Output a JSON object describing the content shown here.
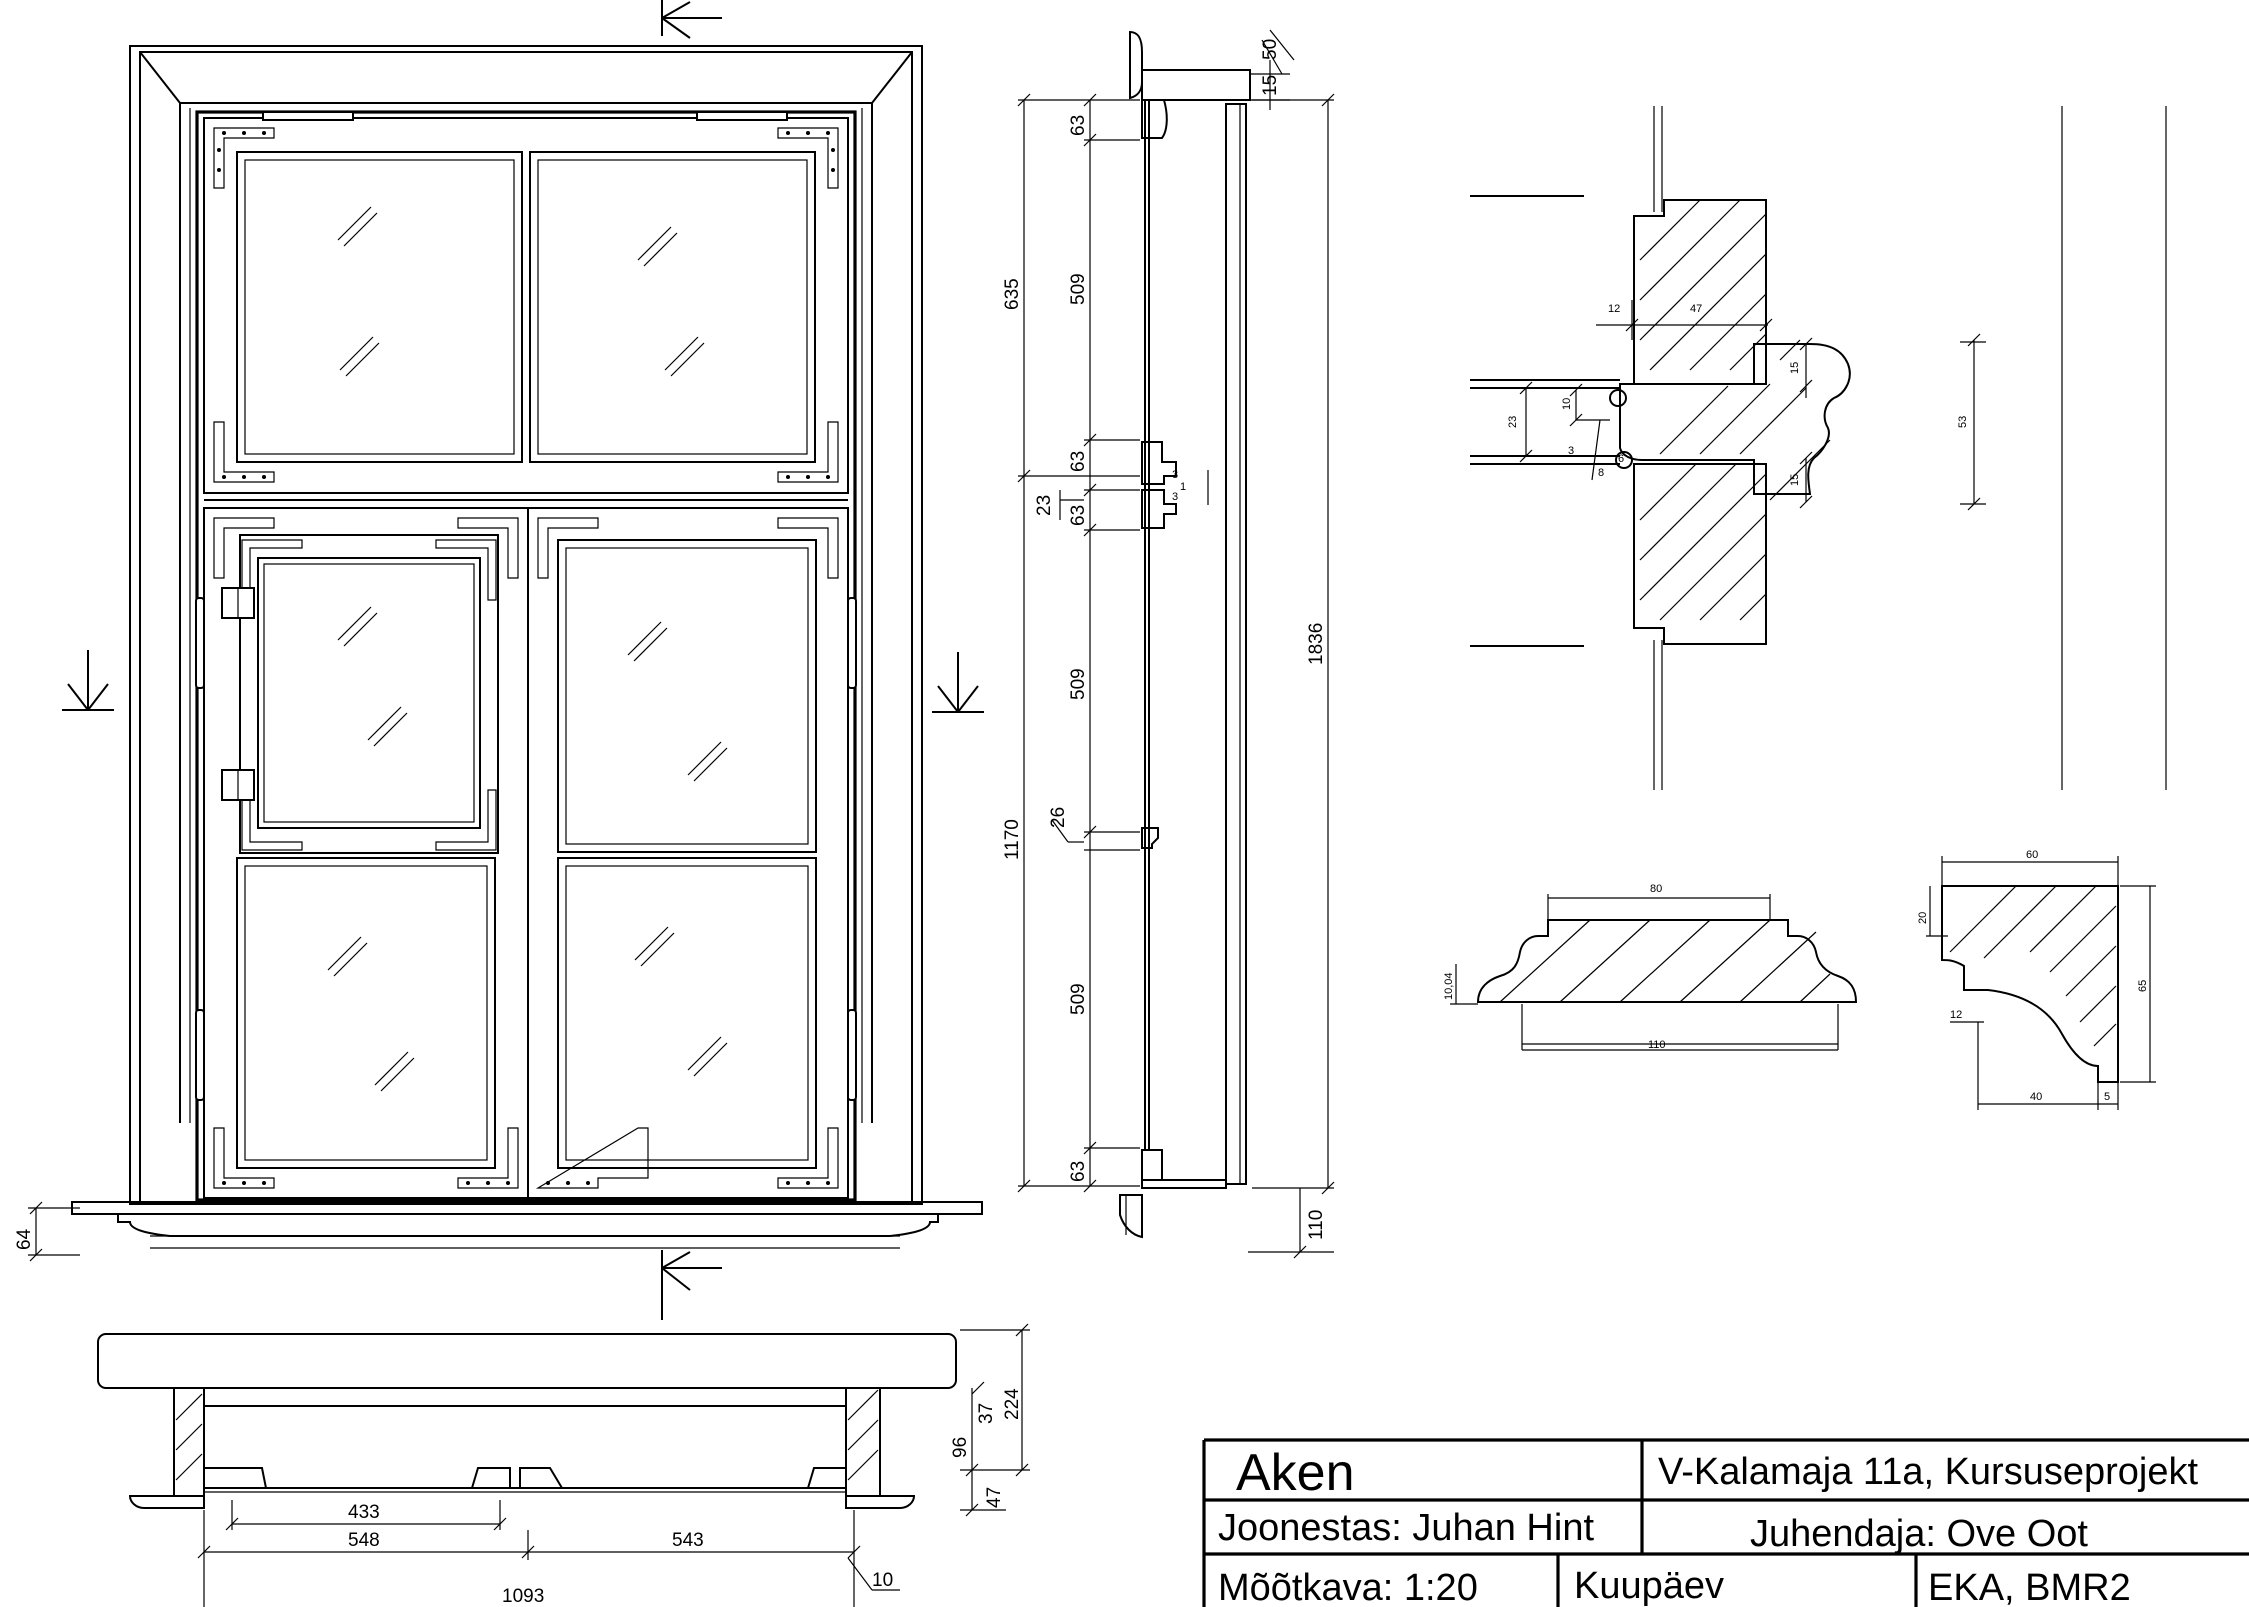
{
  "dimensions": {
    "side_section": {
      "d50": "50",
      "d15": "15",
      "d63_top": "63",
      "d635": "635",
      "d509_top": "509",
      "d63_mid1": "63",
      "d23": "23",
      "d63_mid2": "63",
      "d509_mid": "509",
      "d26": "26",
      "d1170": "1170",
      "d509_bot": "509",
      "d63_bot": "63",
      "d1836": "1836",
      "d110": "110",
      "d3a": "3",
      "d3b": "3",
      "d1": "1"
    },
    "front": {
      "d64": "64"
    },
    "plan": {
      "d37": "37",
      "d96": "96",
      "d224": "224",
      "d47": "47",
      "d433": "433",
      "d548": "548",
      "d543": "543",
      "d1093": "1093",
      "d10": "10"
    },
    "detail": {
      "d12": "12",
      "d47": "47",
      "d15a": "15",
      "d15b": "15",
      "d10": "10",
      "d23": "23",
      "d3": "3",
      "d6": "6",
      "d8": "8",
      "d53": "53"
    },
    "sill_profile": {
      "d80": "80",
      "d110": "110",
      "d1004": "10,04"
    },
    "cornice_profile": {
      "d60": "60",
      "d20": "20",
      "d12": "12",
      "d65": "65",
      "d40": "40",
      "d5": "5"
    }
  },
  "title_block": {
    "title": "Aken",
    "project": "V-Kalamaja 11a, Kursuseprojekt",
    "drawn_by": "Joonestas: Juhan Hint",
    "supervisor": "Juhendaja: Ove Oot",
    "scale": "Mõõtkava: 1:20",
    "date_label": "Kuupäev",
    "code": "EKA, BMR2"
  }
}
